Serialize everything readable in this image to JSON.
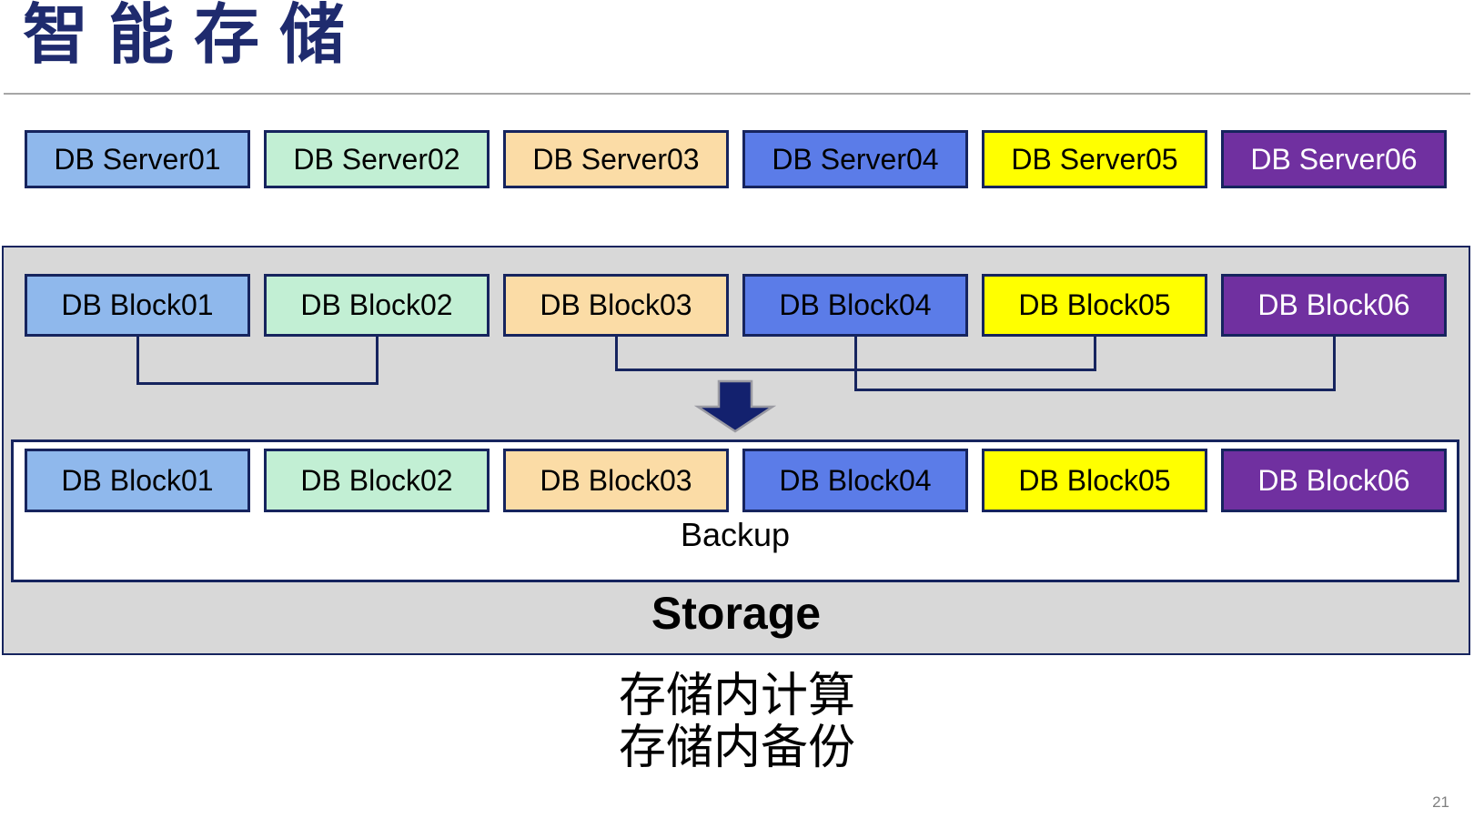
{
  "slide": {
    "title": "智能存储",
    "page_number": "21"
  },
  "palette": [
    {
      "name": "light-blue",
      "fill": "#8FB8EC",
      "text": "#000000"
    },
    {
      "name": "light-green",
      "fill": "#C2EFD4",
      "text": "#000000"
    },
    {
      "name": "tan",
      "fill": "#FBDCA6",
      "text": "#000000"
    },
    {
      "name": "medium-blue",
      "fill": "#5B7CE8",
      "text": "#000000"
    },
    {
      "name": "yellow",
      "fill": "#FFFF00",
      "text": "#000000"
    },
    {
      "name": "purple",
      "fill": "#7030A0",
      "text": "#FFFFFF"
    }
  ],
  "servers": [
    "DB Server01",
    "DB Server02",
    "DB Server03",
    "DB Server04",
    "DB Server05",
    "DB Server06"
  ],
  "storage_container": {
    "blocks_top": [
      "DB Block01",
      "DB Block02",
      "DB Block03",
      "DB Block04",
      "DB Block05",
      "DB Block06"
    ],
    "backup": {
      "label": "Backup",
      "blocks": [
        "DB Block01",
        "DB Block02",
        "DB Block03",
        "DB Block04",
        "DB Block05",
        "DB Block06"
      ]
    },
    "label": "Storage",
    "connections": [
      {
        "from": "DB Block01",
        "to": "DB Block02"
      },
      {
        "from": "DB Block03",
        "to": "DB Block05"
      },
      {
        "from": "DB Block04",
        "to": "DB Block06"
      }
    ]
  },
  "captions": {
    "line1": "存储内计算",
    "line2": "存储内备份"
  },
  "colors": {
    "title_navy": "#1F2B6E",
    "border_navy": "#16245E",
    "container_gray": "#D8D8D8",
    "divider_gray": "#A6A6A6",
    "arrow_navy": "#13216E",
    "page_number_gray": "#7F7F7F"
  }
}
